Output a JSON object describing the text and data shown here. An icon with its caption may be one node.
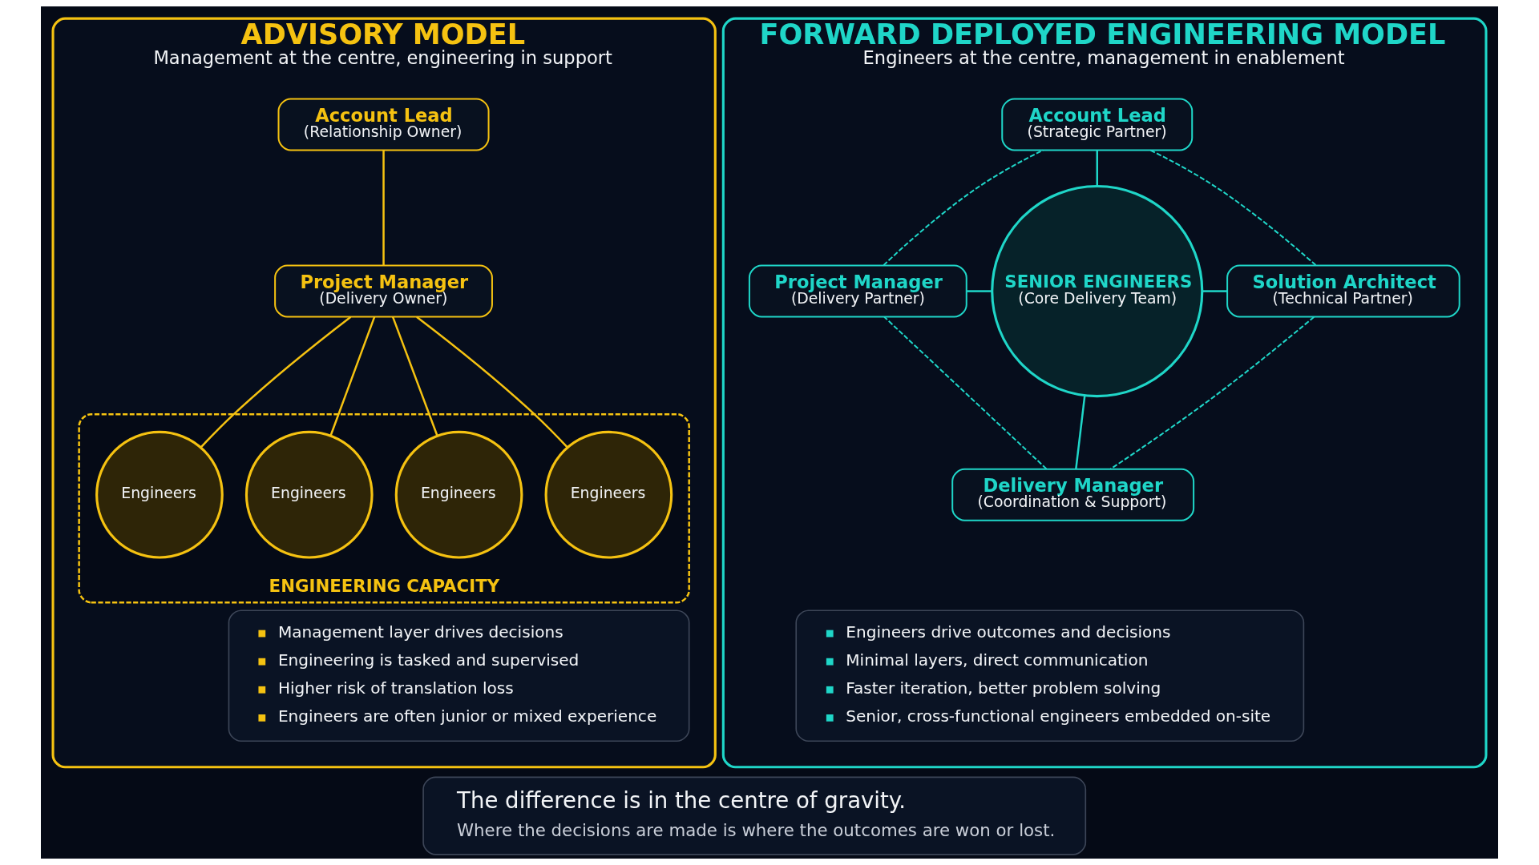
{
  "diagram": {
    "nodes": [
      {
        "text": [
          "ADVISORY MODEL",
          "Management at the centre, engineering in support"
        ]
      },
      {
        "text": [
          "Account Lead",
          "(Relationship Owner)"
        ],
        "in": 0
      },
      {
        "text": [
          "Project Manager",
          "(Delivery Owner)"
        ],
        "in": 0
      },
      {
        "text": [
          "ENGINEERING CAPACITY"
        ],
        "in": 0
      },
      {
        "text": [
          "Engineers"
        ],
        "in": 3
      },
      {
        "text": [
          "Engineers"
        ],
        "in": 3
      },
      {
        "text": [
          "Engineers"
        ],
        "in": 3
      },
      {
        "text": [
          "Engineers"
        ],
        "in": 3
      },
      {
        "text": [
          "Management layer drives decisions",
          "Engineering is tasked and supervised",
          "Higher risk of translation loss",
          "Engineers are often junior or mixed experience"
        ],
        "in": 0
      },
      {
        "text": [
          "FORWARD DEPLOYED ENGINEERING MODEL",
          "Engineers at the centre, management in enablement"
        ]
      },
      {
        "text": [
          "Account Lead",
          "(Strategic Partner)"
        ],
        "in": 9
      },
      {
        "text": [
          "Project Manager",
          "(Delivery Partner)"
        ],
        "in": 9
      },
      {
        "text": [
          "SENIOR ENGINEERS",
          "(Core Delivery Team)"
        ],
        "in": 9
      },
      {
        "text": [
          "Solution Architect",
          "(Technical Partner)"
        ],
        "in": 9
      },
      {
        "text": [
          "Delivery Manager",
          "(Coordination & Support)"
        ],
        "in": 9
      },
      {
        "text": [
          "Engineers drive outcomes and decisions",
          "Minimal layers, direct communication",
          "Faster iteration, better problem solving",
          "Senior, cross-functional engineers embedded on-site"
        ],
        "in": 9
      },
      {
        "text": [
          "The difference is in the centre of gravity.",
          "Where the decisions are made is where the outcomes are won or lost."
        ]
      }
    ],
    "edges": [
      {
        "from": 1,
        "to": 2,
        "arrow": "none",
        "color": "#f5c211"
      },
      {
        "from": 2,
        "to": 4,
        "arrow": "none",
        "color": "#f5c211"
      },
      {
        "from": 2,
        "to": 5,
        "arrow": "none",
        "color": "#f5c211"
      },
      {
        "from": 2,
        "to": 6,
        "arrow": "none",
        "color": "#f5c211"
      },
      {
        "from": 2,
        "to": 7,
        "arrow": "none",
        "color": "#f5c211"
      },
      {
        "from": 10,
        "to": 12,
        "arrow": "none"
      },
      {
        "from": 11,
        "to": 12,
        "arrow": "none"
      },
      {
        "from": 12,
        "to": 13,
        "arrow": "none"
      },
      {
        "from": 12,
        "to": 14,
        "arrow": "none"
      },
      {
        "from": 10,
        "to": 13,
        "arrow": "none",
        "style": "dashed"
      },
      {
        "from": 13,
        "to": 14,
        "arrow": "none",
        "style": "dashed"
      },
      {
        "from": 14,
        "to": 11,
        "arrow": "none",
        "style": "dashed"
      },
      {
        "from": 11,
        "to": 10,
        "arrow": "none",
        "style": "dashed"
      }
    ]
  }
}
